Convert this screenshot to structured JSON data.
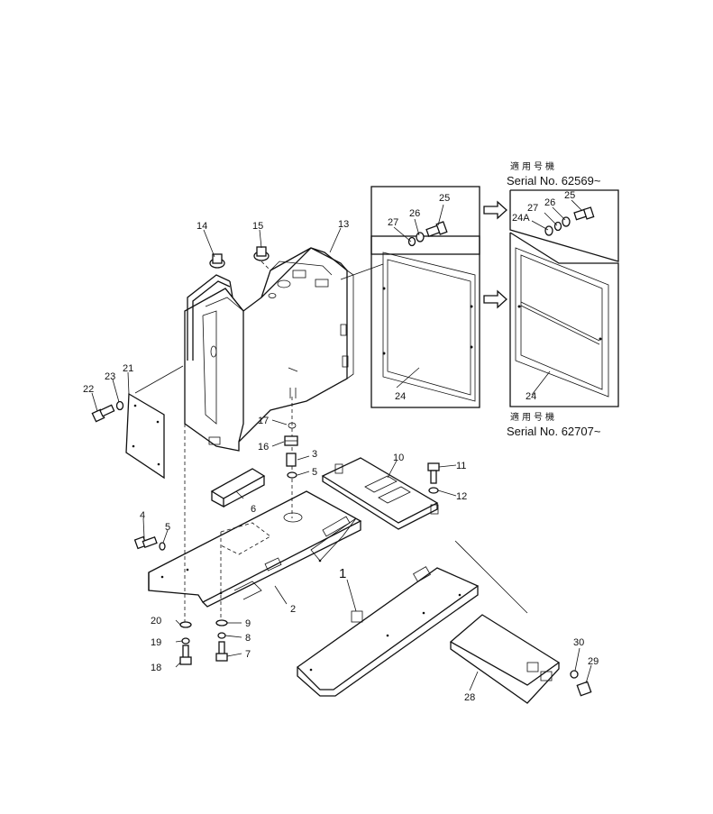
{
  "serial_notes": {
    "top": {
      "applicable_label": "適用号機",
      "serial_text": "Serial No. 62569~"
    },
    "bottom": {
      "applicable_label": "適用号機",
      "serial_text": "Serial No. 62707~"
    }
  },
  "part_numbers": {
    "p1": "1",
    "p2": "2",
    "p3": "3",
    "p4": "4",
    "p5a": "5",
    "p5b": "5",
    "p6": "6",
    "p7": "7",
    "p8": "8",
    "p9": "9",
    "p10": "10",
    "p11": "11",
    "p12": "12",
    "p13": "13",
    "p14": "14",
    "p15": "15",
    "p16": "16",
    "p17": "17",
    "p18": "18",
    "p19": "19",
    "p20": "20",
    "p21": "21",
    "p22": "22",
    "p23": "23",
    "p24a": "24",
    "p24b": "24",
    "p24A": "24A",
    "p25a": "25",
    "p25b": "25",
    "p26a": "26",
    "p26b": "26",
    "p27a": "27",
    "p27b": "27",
    "p28": "28",
    "p29": "29",
    "p30": "30"
  },
  "icons": {
    "arrow": "right-arrow-icon"
  }
}
